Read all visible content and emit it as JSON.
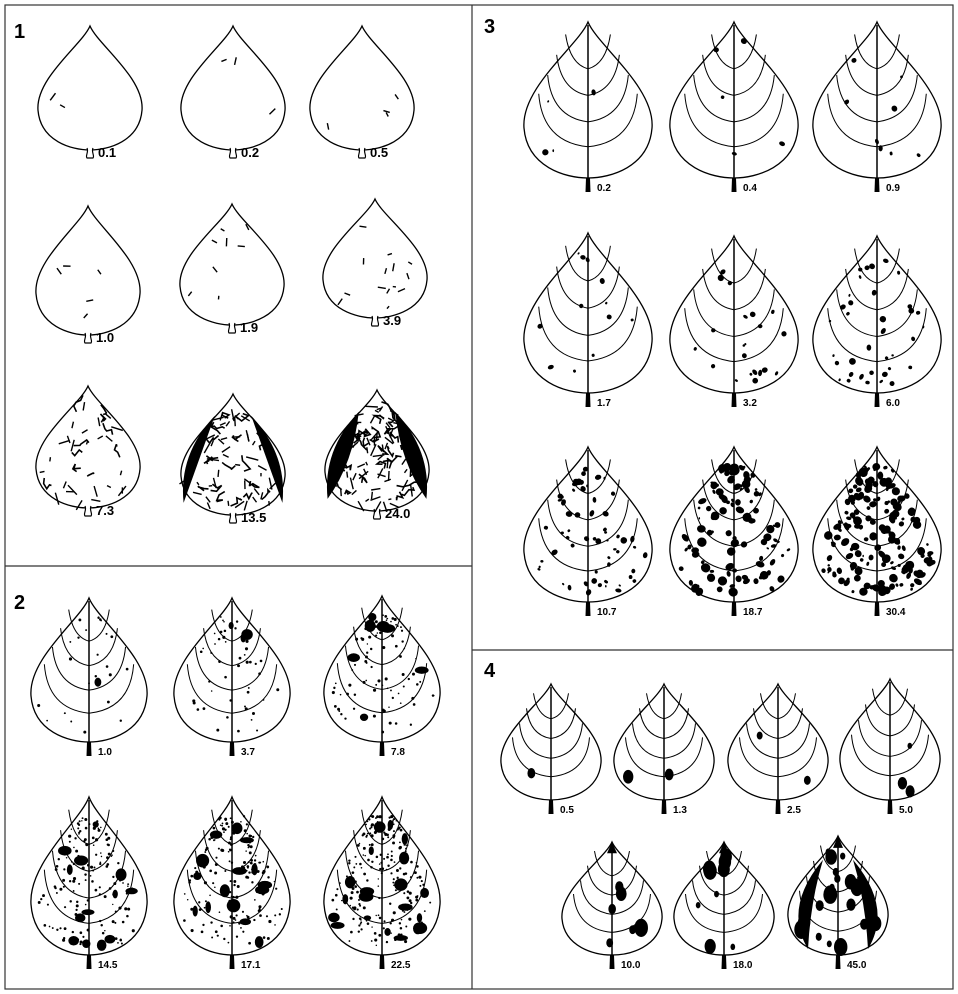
{
  "panels": [
    {
      "number": "1",
      "style": "plain-streaks",
      "labels": [
        "0.1",
        "0.2",
        "0.5",
        "1.0",
        "1.9",
        "3.9",
        "7.3",
        "13.5",
        "24.0"
      ],
      "severity": [
        0.1,
        0.2,
        0.5,
        1.0,
        1.9,
        3.9,
        7.3,
        13.5,
        24.0
      ]
    },
    {
      "number": "2",
      "style": "veined-round-spots",
      "labels": [
        "1.0",
        "3.7",
        "7.8",
        "14.5",
        "17.1",
        "22.5"
      ],
      "severity": [
        1.0,
        3.7,
        7.8,
        14.5,
        17.1,
        22.5
      ]
    },
    {
      "number": "3",
      "style": "veined-flecks",
      "labels": [
        "0.2",
        "0.4",
        "0.9",
        "1.7",
        "3.2",
        "6.0",
        "10.7",
        "18.7",
        "30.4"
      ],
      "severity": [
        0.2,
        0.4,
        0.9,
        1.7,
        3.2,
        6.0,
        10.7,
        18.7,
        30.4
      ]
    },
    {
      "number": "4",
      "style": "veined-large-lesions",
      "labels": [
        "0.5",
        "1.3",
        "2.5",
        "5.0",
        "10.0",
        "18.0",
        "45.0"
      ],
      "severity": [
        0.5,
        1.3,
        2.5,
        5.0,
        10.0,
        18.0,
        45.0
      ]
    }
  ]
}
